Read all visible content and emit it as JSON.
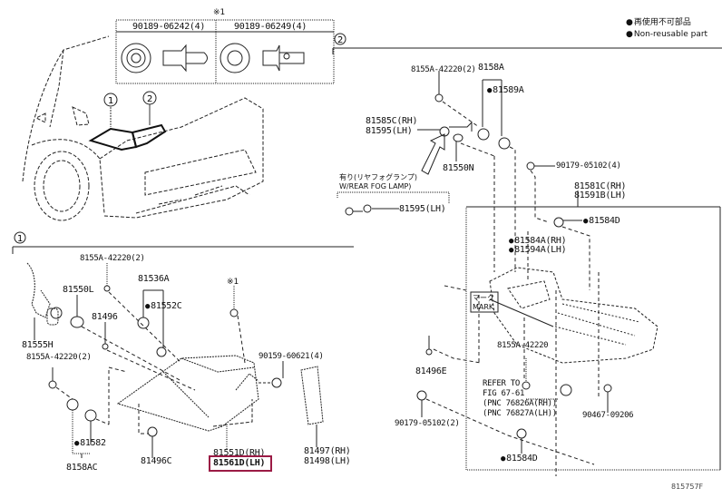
{
  "legend": {
    "jp": "再使用不可部品",
    "en": "Non-reusable part",
    "marker": "black-dot"
  },
  "inset": {
    "note_mark": "※1",
    "clips": [
      {
        "part": "90189-06242(4)"
      },
      {
        "part": "90189-06249(4)"
      }
    ]
  },
  "overview": {
    "callouts": [
      "1",
      "2"
    ]
  },
  "section1": {
    "number": "1",
    "labels": {
      "p8155A_top": "8155A-42220(2)",
      "p81536A": "81536A",
      "p81552C": "81552C",
      "p81550L": "81550L",
      "p81496": "81496",
      "p81555H": "81555H",
      "p8155A_left": "8155A-42220(2)",
      "p81582": "81582",
      "p8158AC": "8158AC",
      "p81496C": "81496C",
      "note_mark": "※1",
      "p90159": "90159-60621(4)",
      "p81551D": "81551D(RH)",
      "p81561D": "81561D(LH)",
      "p81497": "81497(RH)",
      "p81498": "81498(LH)"
    },
    "highlighted_part": "81561D(LH)",
    "highlight_color": "#9b1b45"
  },
  "section2": {
    "number": "2",
    "labels": {
      "p8155A_top": "8155A-42220(2)",
      "p8158A": "8158A",
      "p81589A": "81589A",
      "p81585C": "81585C(RH)",
      "p81595": "81595(LH)",
      "p81550N": "81550N",
      "fog_jp": "有り(リヤフォグランプ)",
      "fog_en": "W/REAR FOG LAMP)",
      "p81595_fog": "81595(LH)",
      "p90179_top": "90179-05102(4)",
      "p81581C": "81581C(RH)",
      "p81591B": "81591B(LH)",
      "p81584D_top": "81584D",
      "p81584A": "81584A(RH)",
      "p81594A": "81594A(LH)",
      "mark_jp": "マーク",
      "mark_en": "MARK",
      "p8155A_inner": "8155A-42220",
      "p81496E": "81496E",
      "refer1": "REFER TO",
      "refer2": "FIG 67-61",
      "refer3": "(PNC 76826A(RH))",
      "refer4": "(PNC 76827A(LH))",
      "p90467": "90467-09206",
      "p90179_bottom": "90179-05102(2)",
      "p81584D_bottom": "81584D"
    }
  },
  "footer": {
    "diagram_code": "815757F"
  }
}
